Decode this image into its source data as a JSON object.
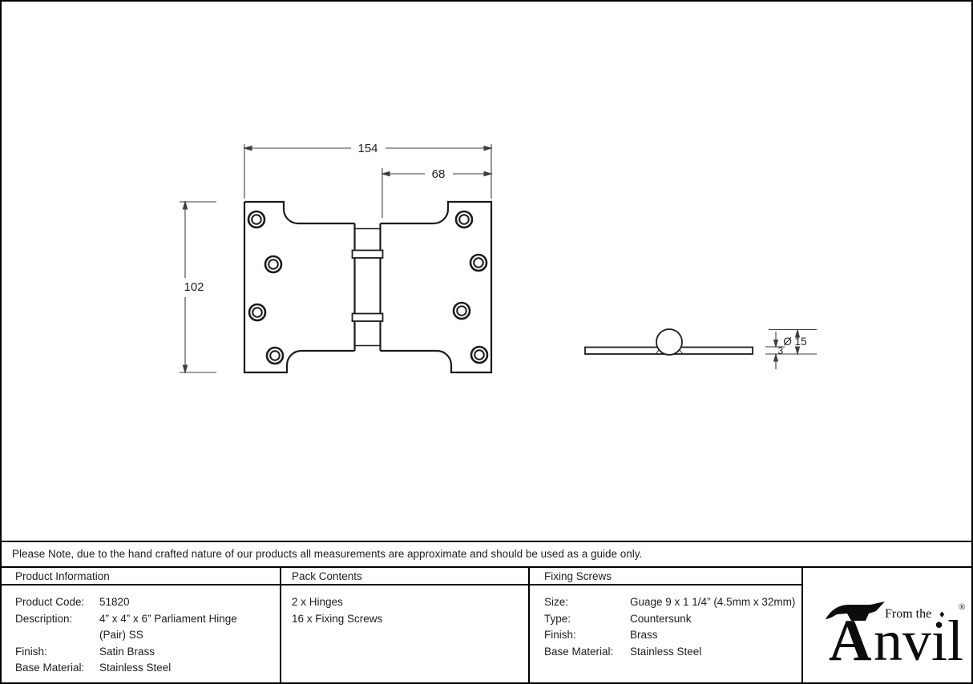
{
  "page": {
    "background": "#ffffff",
    "border_color": "#000000",
    "line_color": "#1c1c1c",
    "dim_line_color": "#3f3f3f"
  },
  "drawing": {
    "front_view": {
      "width_label": "154",
      "offset_label": "68",
      "height_label": "102"
    },
    "side_view": {
      "diameter_label": "Ø 15",
      "thickness_label": "3"
    }
  },
  "note": {
    "text": "Please Note, due to the hand crafted nature of our products all measurements are approximate and should be used as a guide only."
  },
  "table": {
    "product_info": {
      "header": "Product Information",
      "rows": [
        {
          "label": "Product Code:",
          "value": "51820"
        },
        {
          "label": "Description:",
          "value": "4” x 4” x 6” Parliament Hinge"
        },
        {
          "label": "",
          "value": "(Pair) SS"
        },
        {
          "label": "Finish:",
          "value": "Satin Brass"
        },
        {
          "label": "Base Material:",
          "value": "Stainless Steel"
        }
      ]
    },
    "pack_contents": {
      "header": "Pack Contents",
      "items": [
        "2 x Hinges",
        "16 x Fixing Screws"
      ]
    },
    "fixing_screws": {
      "header": "Fixing Screws",
      "rows": [
        {
          "label": "Size:",
          "value": "Guage 9 x 1 1/4” (4.5mm x 32mm)"
        },
        {
          "label": "Type:",
          "value": "Countersunk"
        },
        {
          "label": "Finish:",
          "value": "Brass"
        },
        {
          "label": "Base Material:",
          "value": "Stainless Steel"
        }
      ]
    }
  },
  "logo": {
    "prefix": "From the",
    "brand_initial": "A",
    "brand_rest": "nvil",
    "diamond": "♦",
    "registered": "®"
  }
}
